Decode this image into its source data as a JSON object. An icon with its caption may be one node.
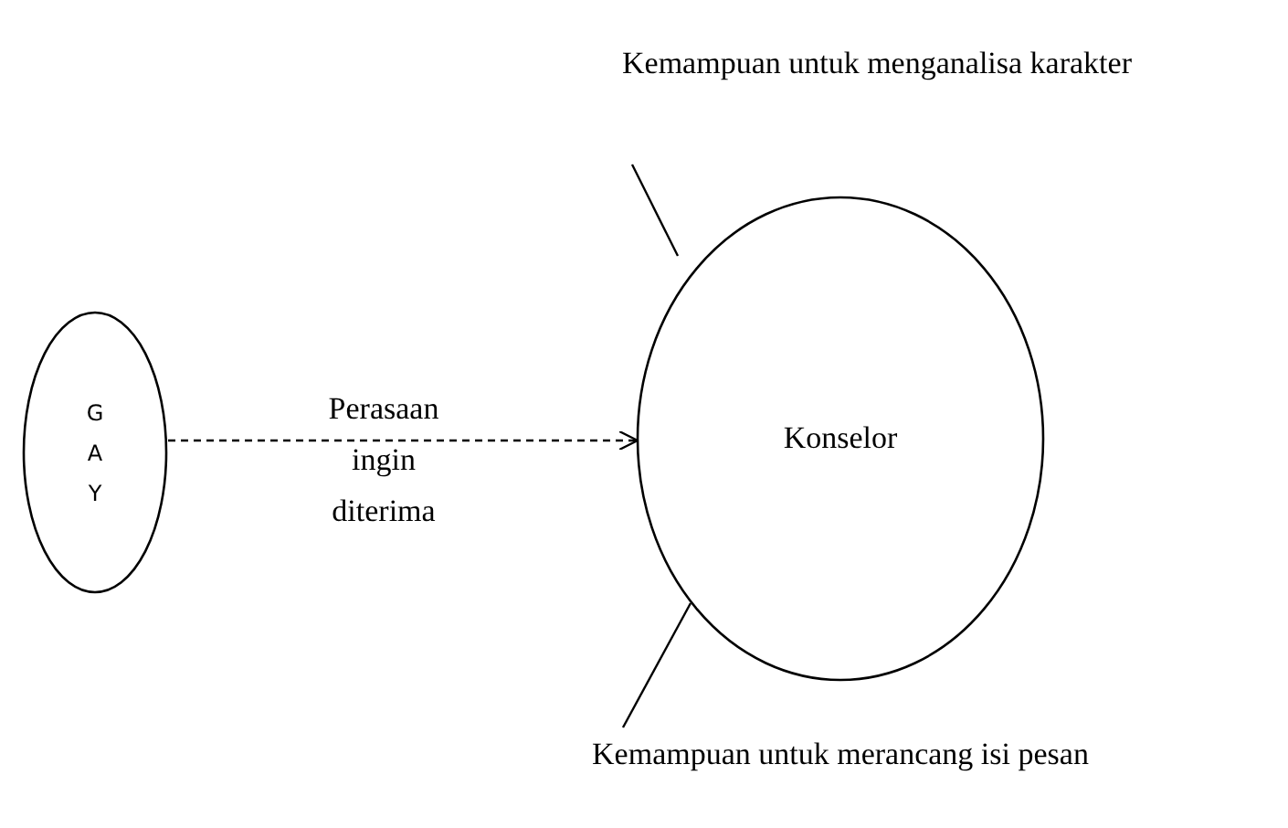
{
  "diagram": {
    "nodes": [
      {
        "text": [
          "G A Y"
        ]
      },
      {
        "text": [
          "Konselor"
        ]
      },
      {
        "text": [
          "Kemampuan untuk menganalisa karakter"
        ]
      },
      {
        "text": [
          "Kemampuan untuk merancang isi pesan"
        ]
      }
    ],
    "edges": [
      {
        "from": 0,
        "to": 1,
        "arrow": "to",
        "style": "dashed",
        "label": "Perasaan ingin diterima"
      },
      {
        "from": 2,
        "to": 1,
        "arrow": "none"
      },
      {
        "from": 3,
        "to": 1,
        "arrow": "none"
      }
    ]
  }
}
